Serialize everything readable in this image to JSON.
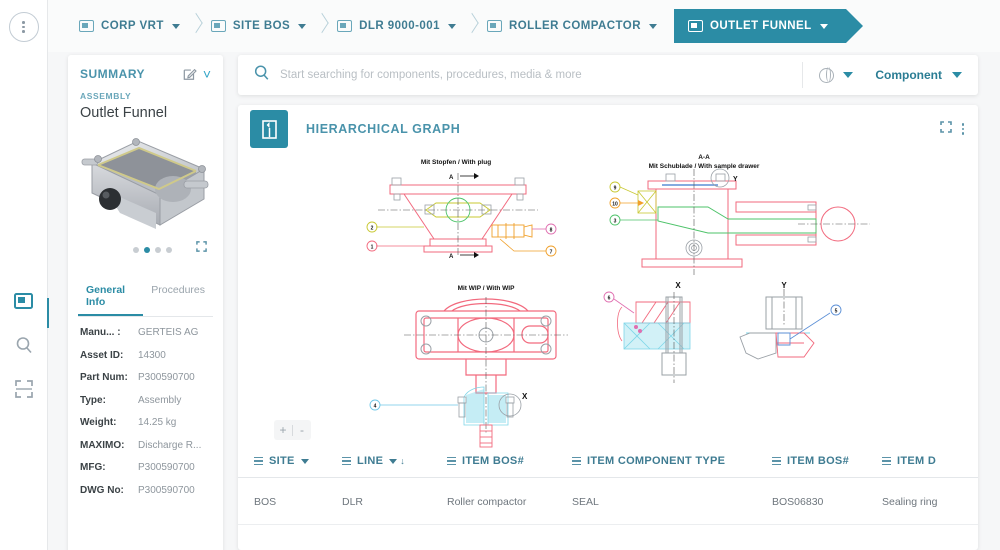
{
  "rail": {
    "menu_icon": "vertical-dots-icon",
    "items": [
      {
        "icon": "panel-icon",
        "active": true
      },
      {
        "icon": "search-icon",
        "active": false
      },
      {
        "icon": "expand-icon",
        "active": false
      }
    ]
  },
  "breadcrumb": {
    "items": [
      {
        "label": "CORP VRT",
        "icon": "panel-icon",
        "active": false
      },
      {
        "label": "SITE BOS",
        "icon": "panel-icon",
        "active": false
      },
      {
        "label": "DLR 9000-001",
        "icon": "panel-icon",
        "active": false
      },
      {
        "label": "ROLLER COMPACTOR",
        "icon": "panel-icon",
        "active": false
      },
      {
        "label": "OUTLET FUNNEL",
        "icon": "panel-icon",
        "active": true
      }
    ]
  },
  "summary": {
    "title": "SUMMARY",
    "edit_icon": "edit-icon",
    "collapse_icon": "chevron-down-icon",
    "kind": "ASSEMBLY",
    "name": "Outlet Funnel",
    "carousel": {
      "count": 4,
      "active_index": 1
    },
    "expand_icon": "expand-icon",
    "tabs": [
      {
        "label": "General Info",
        "active": true
      },
      {
        "label": "Procedures",
        "active": false
      }
    ],
    "properties": [
      {
        "key": "Manu... :",
        "value": "GERTEIS AG"
      },
      {
        "key": "Asset ID:",
        "value": "14300"
      },
      {
        "key": "Part Num:",
        "value": "P300590700"
      },
      {
        "key": "Type:",
        "value": "Assembly"
      },
      {
        "key": "Weight:",
        "value": "14.25 kg"
      },
      {
        "key": "MAXIMO:",
        "value": "Discharge R..."
      },
      {
        "key": "MFG:",
        "value": "P300590700"
      },
      {
        "key": "DWG No:",
        "value": "P300590700"
      }
    ]
  },
  "search": {
    "icon": "search-icon",
    "placeholder": "Start searching for components, procedures, media & more",
    "value": "",
    "globe_icon": "globe-icon",
    "globe_caret_icon": "chevron-down-icon",
    "scope_label": "Component",
    "scope_caret_icon": "chevron-down-icon"
  },
  "graph_card": {
    "badge_icon": "book-icon",
    "title": "HIERARCHICAL GRAPH",
    "fullscreen_icon": "fullscreen-icon",
    "more_icon": "vertical-dots-icon",
    "zoom_in_label": "+",
    "zoom_out_label": "-",
    "drawing": {
      "views": [
        {
          "title": "Mit Stopfen / With plug",
          "callouts": [
            "1",
            "2",
            "7",
            "8"
          ],
          "section_marks": [
            "A",
            "A"
          ]
        },
        {
          "title_top": "A-A",
          "title": "Mit Schublade / With sample drawer",
          "callouts": [
            "3",
            "9",
            "10"
          ],
          "detail_mark": "Y"
        },
        {
          "title": "Mit WIP / With WIP",
          "callouts": [
            "4"
          ],
          "detail_mark": "X"
        },
        {
          "title": "X",
          "callouts": [
            "6"
          ]
        },
        {
          "title": "Y",
          "callouts": [
            "5"
          ]
        }
      ]
    }
  },
  "table": {
    "columns": [
      {
        "label": "SITE",
        "icon": "list-icon",
        "sort": "filter-down"
      },
      {
        "label": "LINE",
        "icon": "list-icon",
        "sort": "filter-down-arrow"
      },
      {
        "label": "ITEM BOS#",
        "icon": "list-icon",
        "sort": ""
      },
      {
        "label": "ITEM COMPONENT TYPE",
        "icon": "list-icon",
        "sort": ""
      },
      {
        "label": "ITEM BOS#",
        "icon": "list-icon",
        "sort": ""
      },
      {
        "label": "ITEM D",
        "icon": "list-icon",
        "sort": ""
      }
    ],
    "rows": [
      [
        "BOS",
        "DLR",
        "Roller compactor",
        "SEAL",
        "BOS06830",
        "Sealing ring"
      ]
    ]
  },
  "colors": {
    "accent": "#2b8ca5",
    "accent_text": "#3f7c92",
    "panel_bg": "#ffffff",
    "page_bg": "#f6f7f8",
    "muted_text": "#8e969d"
  }
}
